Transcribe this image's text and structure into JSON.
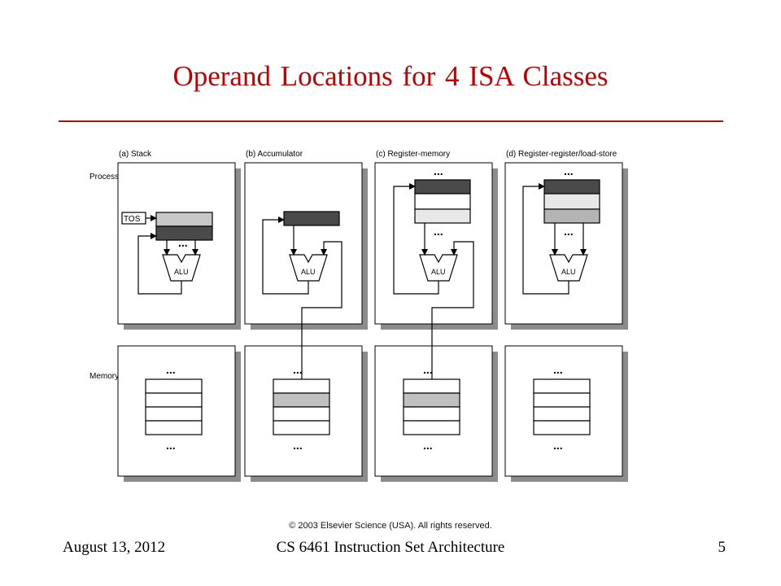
{
  "slide": {
    "title": "Operand Locations for 4 ISA Classes",
    "copyright": "© 2003 Elsevier Science (USA). All rights reserved.",
    "footer_date": "August 13, 2012",
    "footer_course": "CS 6461 Instruction Set Architecture",
    "page_number": "5"
  },
  "diagram": {
    "row_labels": {
      "processor": "Processor",
      "memory": "Memory"
    },
    "panels": {
      "stack": "(a) Stack",
      "accumulator": "(b) Accumulator",
      "register_memory": "(c) Register-memory",
      "register_register": "(d) Register-register/load-store"
    },
    "tos_label": "TOS",
    "alu_label": "ALU",
    "ellipsis": "..."
  }
}
